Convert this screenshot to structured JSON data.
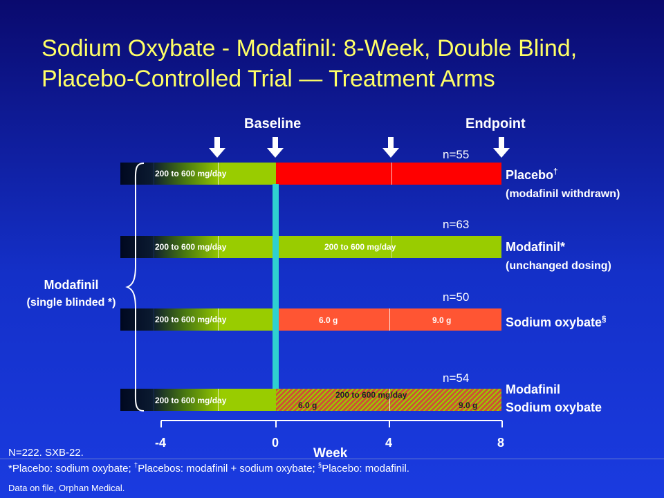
{
  "title_line1": "Sodium Oxybate - Modafinil: 8-Week, Double Blind,",
  "title_line2": "Placebo-Controlled Trial — Treatment Arms",
  "header": {
    "baseline": "Baseline",
    "endpoint": "Endpoint"
  },
  "runin_label": "200 to 600 mg/day",
  "arms": [
    {
      "n": "n=55",
      "label": "Placebo",
      "label_sup": "†",
      "sub": "(modafinil withdrawn)",
      "color": "#ff0000"
    },
    {
      "n": "n=63",
      "label": "Modafinil*",
      "label_sup": "",
      "sub": "(unchanged dosing)",
      "color": "#99cc00",
      "seg_text": "200 to 600 mg/day"
    },
    {
      "n": "n=50",
      "label": "Sodium oxybate",
      "label_sup": "§",
      "sub": "",
      "color": "#ff5533",
      "seg_text_1": "6.0 g",
      "seg_text_2": "9.0 g"
    },
    {
      "n": "n=54",
      "label": "Modafinil",
      "label2": "Sodium oxybate",
      "color": "#cc5533",
      "seg_text_top": "200 to 600 mg/day",
      "seg_text_1": "6.0 g",
      "seg_text_2": "9.0 g"
    }
  ],
  "side_label": {
    "line1": "Modafinil",
    "line2": "(single blinded *)"
  },
  "axis": {
    "ticks": [
      "-4",
      "0",
      "4",
      "8"
    ],
    "label": "Week"
  },
  "footnotes": {
    "line1": "N=222. SXB-22.",
    "line2_a": "*Placebo: sodium oxybate; ",
    "line2_sup1": "†",
    "line2_b": "Placebos: modafinil + sodium oxybate; ",
    "line2_sup2": "§",
    "line2_c": "Placebo: modafinil.",
    "line3": "Data on file, Orphan Medical."
  }
}
